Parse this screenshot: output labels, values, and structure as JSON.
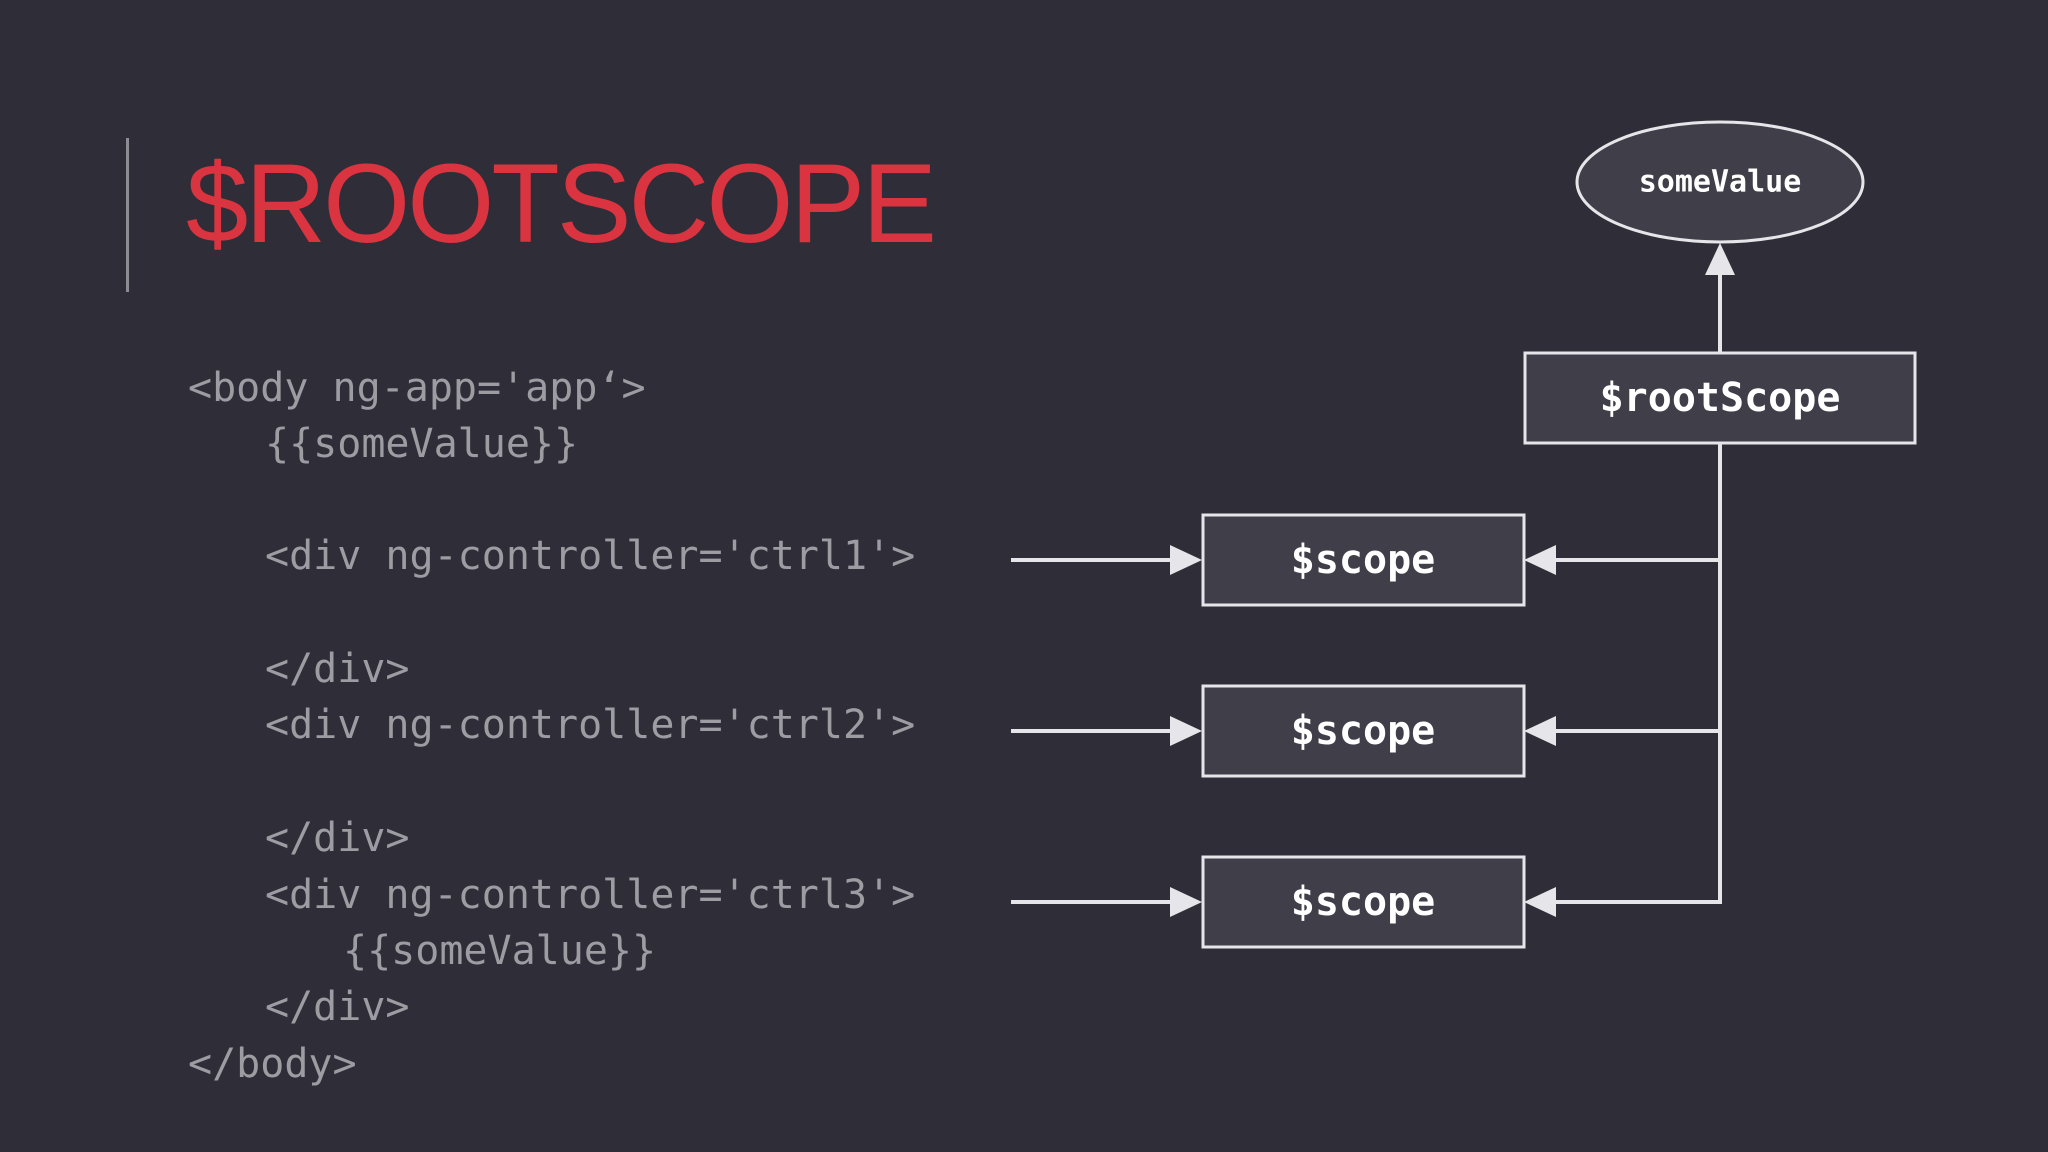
{
  "slide": {
    "title": "$ROOTSCOPE",
    "code_lines": [
      "<body ng-app='app‘>",
      "{{someValue}}",
      "<div ng-controller='ctrl1'>",
      "</div>",
      "<div ng-controller='ctrl2'>",
      "</div>",
      "<div ng-controller='ctrl3'>",
      "{{someValue}}",
      "</div>",
      "</body>"
    ]
  },
  "diagram": {
    "value_node": "someValue",
    "root_node": "$rootScope",
    "scope_nodes": [
      "$scope",
      "$scope",
      "$scope"
    ]
  },
  "colors": {
    "background": "#2f2e38",
    "title": "#d9343f",
    "code": "#9d9ca3",
    "node_fill": "#403f49",
    "node_stroke": "#e6e6ea",
    "connector": "#e6e6ea"
  }
}
